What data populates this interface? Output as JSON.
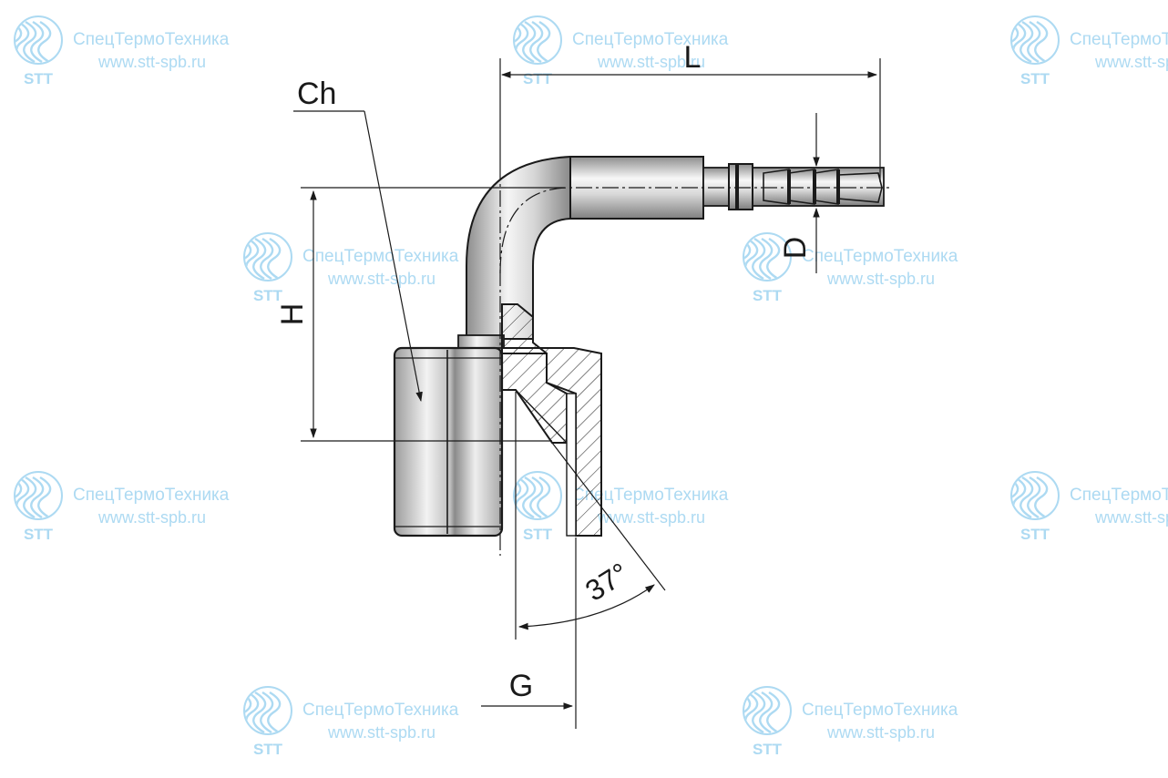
{
  "labels": {
    "ch": "Ch",
    "l": "L",
    "h": "H",
    "d": "D",
    "g": "G",
    "angle": "37°"
  },
  "watermark": {
    "name": "СпецТермоТехника",
    "url": "www.stt-spb.ru",
    "abbr": "STT",
    "logo_icon": "stt-wave-logo-icon",
    "color": "#a9d8f2"
  },
  "colors": {
    "line": "#1a1a1a",
    "metal_dark": "#9a9a9a",
    "metal_light": "#f4f4f4"
  }
}
